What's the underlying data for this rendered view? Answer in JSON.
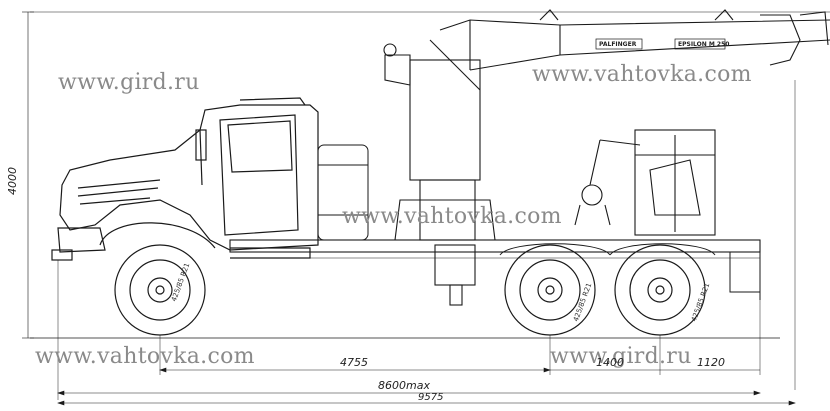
{
  "watermarks": {
    "top_left": "www.gird.ru",
    "top_right": "www.vahtovka.com",
    "center": "www.vahtovka.com",
    "bottom_left": "www.vahtovka.com",
    "bottom_right": "www.gird.ru"
  },
  "dimensions": {
    "height": "4000",
    "wheelbase": "4755",
    "bogie": "1400",
    "rear_overhang": "1120",
    "frame_length": "8600max",
    "overall_length": "9575"
  },
  "crane": {
    "brand": "PALFINGER",
    "model": "EPSILON M 250"
  },
  "tires": {
    "front": "425/85 R21",
    "middle": "425/85 R21",
    "rear": "425/85 R21"
  }
}
